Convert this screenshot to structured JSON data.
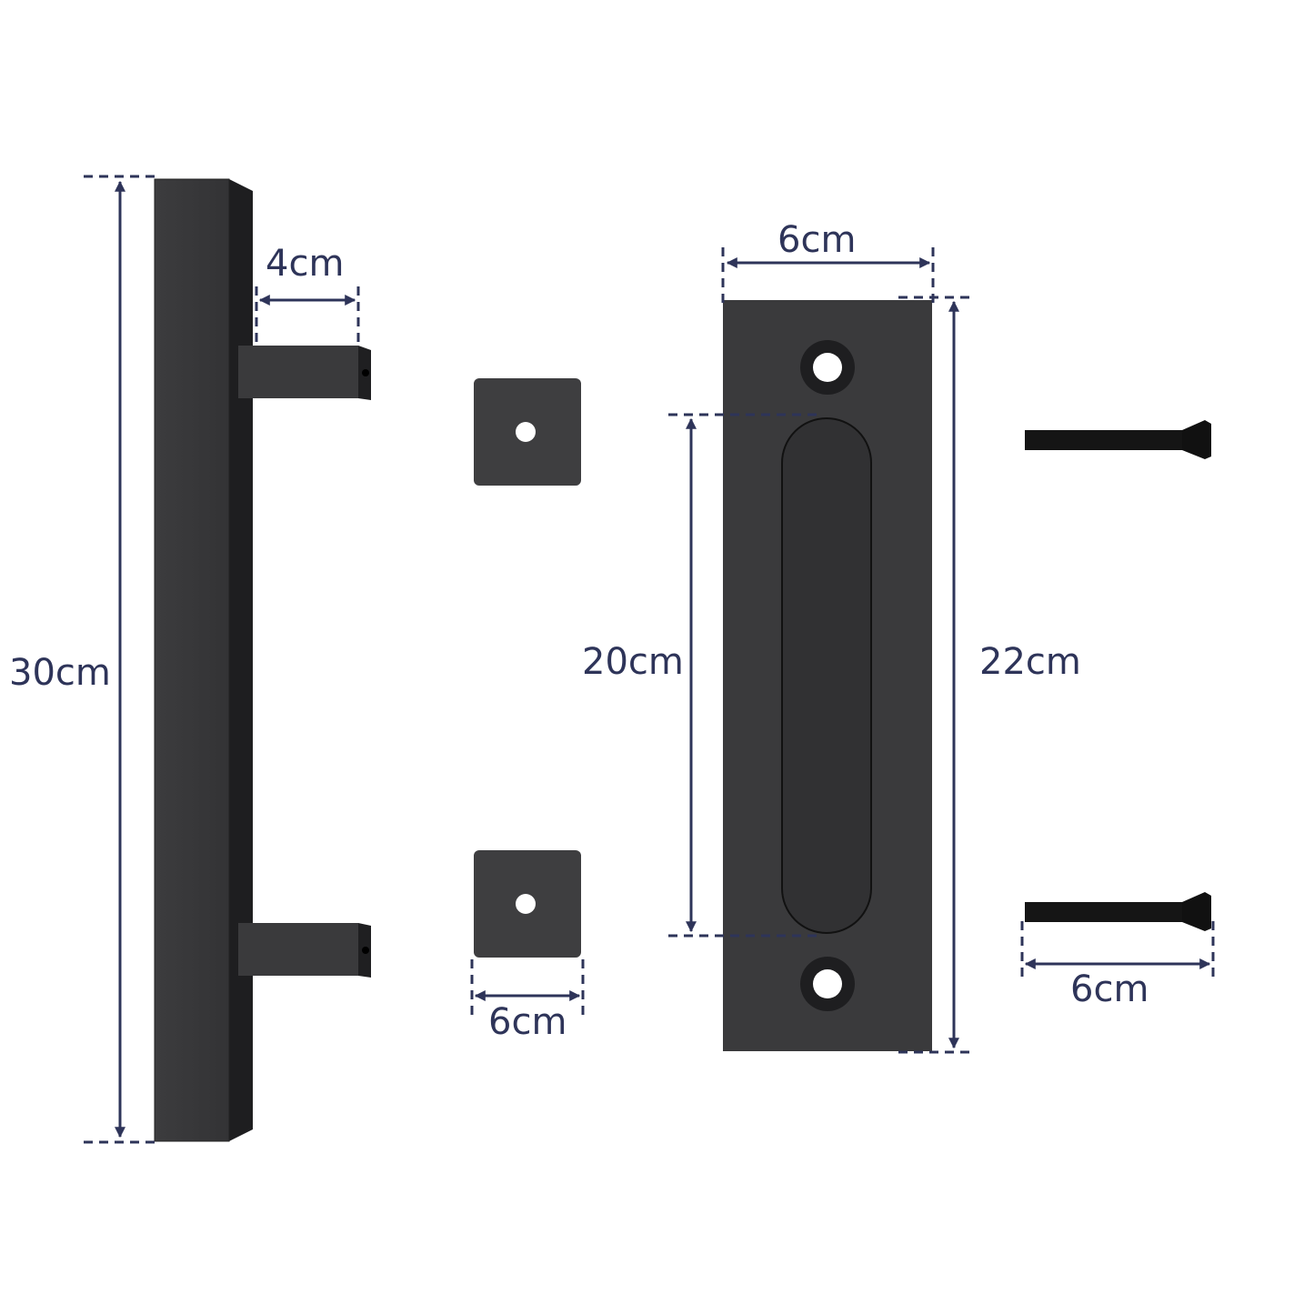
{
  "diagram": {
    "colors": {
      "dimension_line": "#2e3459",
      "metal_face": "#3a3a3c",
      "metal_side": "#1e1e20",
      "background": "#ffffff"
    },
    "parts": {
      "handle": {
        "height_label": "30cm",
        "standoff_label": "4cm"
      },
      "square_washer": {
        "width_label": "6cm"
      },
      "flush_plate": {
        "width_label": "6cm",
        "recess_label": "20cm",
        "height_label": "22cm"
      },
      "screw": {
        "length_label": "6cm"
      }
    }
  }
}
